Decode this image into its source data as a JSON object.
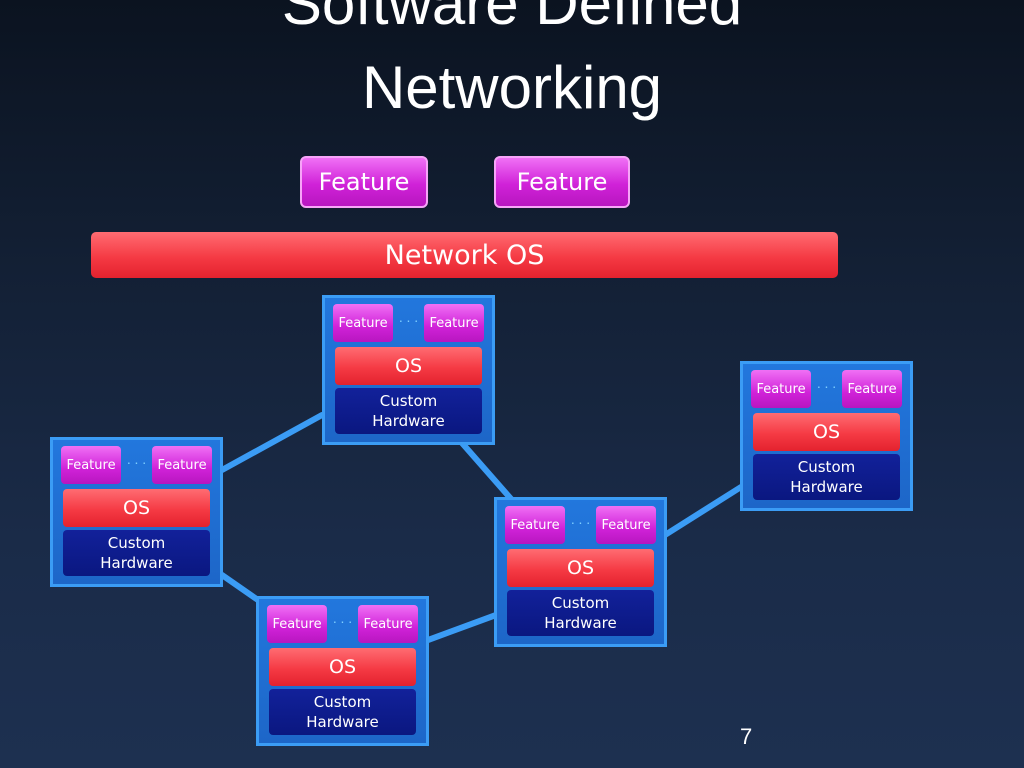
{
  "slide": {
    "title_line1": "Software Defined",
    "title_line2": "Networking",
    "page_number": "7"
  },
  "control_plane": {
    "features": [
      "Feature",
      "Feature"
    ],
    "network_os": "Network OS"
  },
  "switch_labels": {
    "feature": "Feature",
    "os": "OS",
    "hardware_line1": "Custom",
    "hardware_line2": "Hardware"
  },
  "colors": {
    "feature": "#d022d8",
    "os": "#f53a44",
    "hardware": "#0e1b8c",
    "switch_box": "#2277dd",
    "link": "#3b9cf5"
  }
}
